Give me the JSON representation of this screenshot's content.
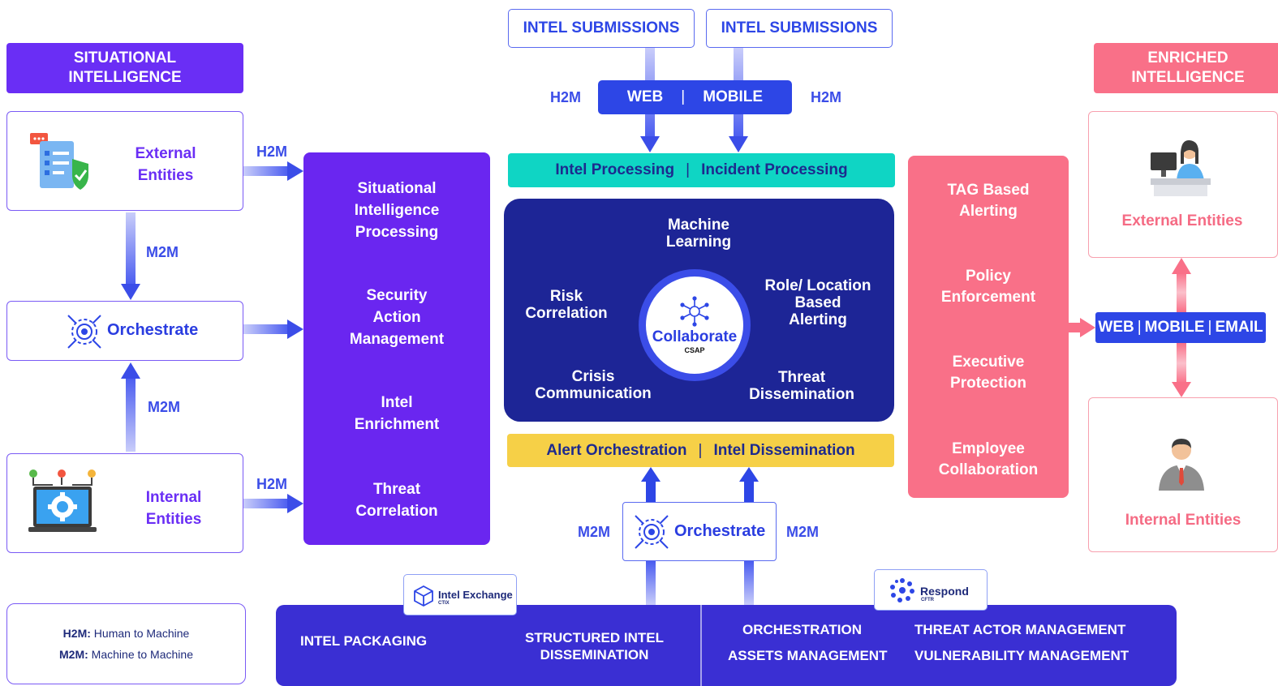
{
  "left": {
    "header": [
      "SITUATIONAL",
      "INTELLIGENCE"
    ],
    "external": [
      "External",
      "Entities"
    ],
    "orchestrate": "Orchestrate",
    "internal": [
      "Internal",
      "Entities"
    ],
    "edge_h2m_top": "H2M",
    "edge_m2m_top": "M2M",
    "edge_m2m_bottom": "M2M",
    "edge_h2m_bottom": "H2M"
  },
  "situational_panel": {
    "items": [
      [
        "Situational",
        "Intelligence",
        "Processing"
      ],
      [
        "Security",
        "Action",
        "Management"
      ],
      [
        "Intel",
        "Enrichment"
      ],
      [
        "Threat",
        "Correlation"
      ]
    ]
  },
  "center": {
    "submission_left": "INTEL SUBMISSIONS",
    "submission_right": "INTEL SUBMISSIONS",
    "h2m_left": "H2M",
    "h2m_right": "H2M",
    "channel_web": "WEB",
    "channel_sep": "|",
    "channel_mobile": "MOBILE",
    "processing_left": "Intel Processing",
    "processing_sep": "|",
    "processing_right": "Incident Processing",
    "core": {
      "top": [
        "Machine",
        "Learning"
      ],
      "left": [
        "Risk",
        "Correlation"
      ],
      "right": [
        "Role/ Location",
        "Based",
        "Alerting"
      ],
      "bottom_left": [
        "Crisis",
        "Communication"
      ],
      "bottom_right": [
        "Threat",
        "Dissemination"
      ],
      "hub_title": "Collaborate",
      "hub_sub": "CSAP"
    },
    "dissemination_left": "Alert Orchestration",
    "dissemination_sep": "|",
    "dissemination_right": "Intel Dissemination",
    "orchestrate": "Orchestrate",
    "m2m_left": "M2M",
    "m2m_right": "M2M"
  },
  "right": {
    "header": [
      "ENRICHED",
      "INTELLIGENCE"
    ],
    "panel_items": [
      [
        "TAG Based",
        "Alerting"
      ],
      [
        "Policy",
        "Enforcement"
      ],
      [
        "Executive",
        "Protection"
      ],
      [
        "Employee",
        "Collaboration"
      ]
    ],
    "channels": [
      "WEB",
      "|",
      "MOBILE",
      "|",
      "EMAIL"
    ],
    "external": "External Entities",
    "internal": "Internal Entities"
  },
  "bottom": {
    "intel_exchange_name": "Intel Exchange",
    "intel_exchange_sub": "CTIX",
    "respond_name": "Respond",
    "respond_sub": "CFTR",
    "intel_packaging": "INTEL PACKAGING",
    "structured": [
      "STRUCTURED INTEL",
      "DISSEMINATION"
    ],
    "orchestration": "ORCHESTRATION",
    "assets": "ASSETS MANAGEMENT",
    "threat_actor": "THREAT ACTOR MANAGEMENT",
    "vulnerability": "VULNERABILITY MANAGEMENT"
  },
  "legend": {
    "h2m_key": "H2M:",
    "h2m_value": " Human to Machine",
    "m2m_key": "M2M:",
    "m2m_value": " Machine to Machine"
  },
  "colors": {
    "purple": "#6a2ef5",
    "blue": "#2d46e6",
    "navy": "#1d2596",
    "teal": "#0fd5c4",
    "yellow": "#f6d047",
    "pink": "#f97088"
  }
}
